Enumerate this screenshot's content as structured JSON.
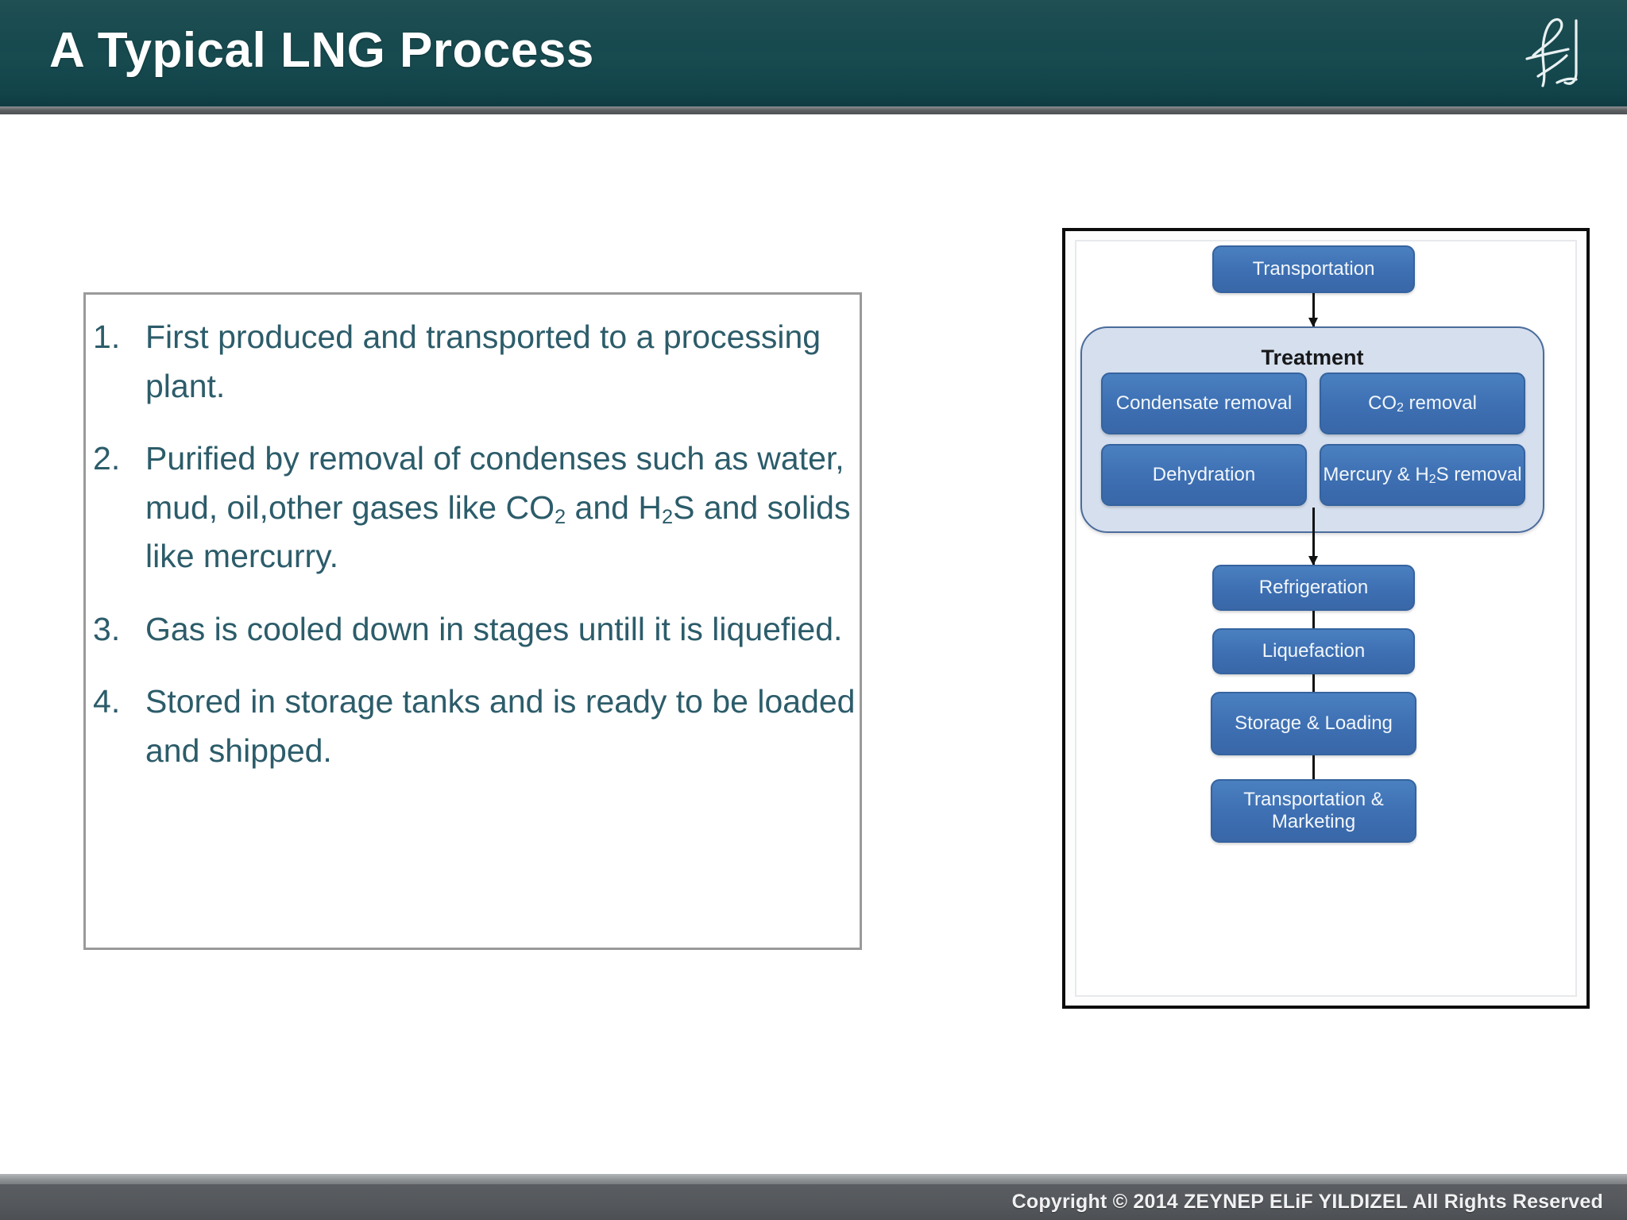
{
  "header": {
    "title": "A Typical LNG Process",
    "logo_icon": "handwritten-signature-logo",
    "band_color": "#16474c"
  },
  "content": {
    "steps": [
      {
        "number": "1.",
        "parts": [
          {
            "type": "text",
            "value": "First produced and transported to a processing plant."
          }
        ]
      },
      {
        "number": "2.",
        "parts": [
          {
            "type": "text",
            "value": "Purified by removal of condenses such as water, mud, oil,other gases like CO"
          },
          {
            "type": "sub",
            "value": "2"
          },
          {
            "type": "text",
            "value": " and H"
          },
          {
            "type": "sub",
            "value": "2"
          },
          {
            "type": "text",
            "value": "S and solids like mercurry."
          }
        ]
      },
      {
        "number": "3.",
        "parts": [
          {
            "type": "text",
            "value": "Gas is cooled down in stages untill it is liquefied."
          }
        ]
      },
      {
        "number": "4.",
        "parts": [
          {
            "type": "text",
            "value": "Stored in storage tanks and is ready to be loaded and shipped."
          }
        ]
      }
    ],
    "text_color": "#2c5c6a"
  },
  "diagram": {
    "node_color": "#3d6fb2",
    "group_color": "#d5dfee",
    "nodes": {
      "transportation_top": "Transportation",
      "treatment_title": "Treatment",
      "condensate_removal": "Condensate removal",
      "co2_removal_pre": "CO",
      "co2_removal_sub": "2",
      "co2_removal_post": " removal",
      "dehydration": "Dehydration",
      "mercury_h2s_pre": "Mercury & H",
      "mercury_h2s_sub": "2",
      "mercury_h2s_post": "S removal",
      "refrigeration": "Refrigeration",
      "liquefaction": "Liquefaction",
      "storage_loading": "Storage & Loading",
      "transportation_marketing": "Transportation & Marketing"
    },
    "flow_order": [
      "Transportation",
      "Treatment",
      "Refrigeration",
      "Liquefaction",
      "Storage & Loading",
      "Transportation & Marketing"
    ]
  },
  "footer": {
    "copyright": "Copyright ©  2014 ZEYNEP ELiF YILDIZEL All Rights Reserved"
  }
}
